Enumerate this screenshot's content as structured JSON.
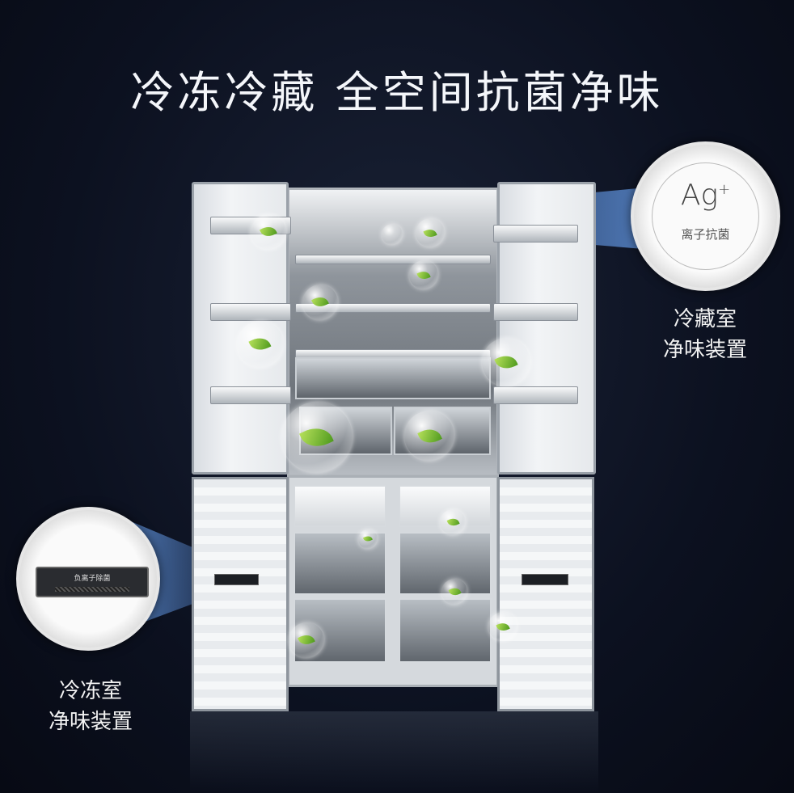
{
  "title": "冷冻冷藏 全空间抗菌净味",
  "fridge_badge": {
    "symbol": "Ag",
    "superscript": "+",
    "text": "离子抗菌"
  },
  "freezer_device": {
    "text": "负离子除菌"
  },
  "callouts": [
    {
      "line1": "冷藏室",
      "line2": "净味装置"
    },
    {
      "line1": "冷冻室",
      "line2": "净味装置"
    }
  ],
  "colors": {
    "background": "#0c1120",
    "beam": "#6eaaff",
    "leaf": "#7cc13a"
  },
  "icons": [
    "leaf-bubble-icon"
  ]
}
